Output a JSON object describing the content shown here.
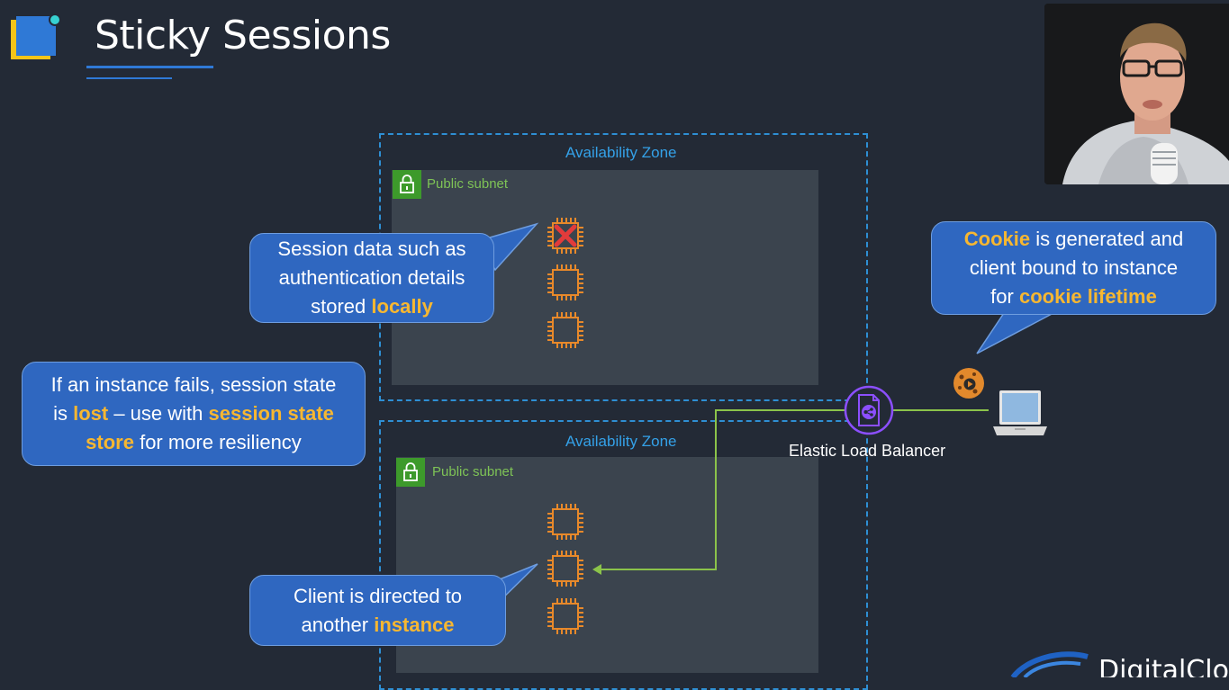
{
  "slide": {
    "title": "Sticky Sessions"
  },
  "zones": [
    {
      "label": "Availability Zone",
      "subnet_label": "Public subnet"
    },
    {
      "label": "Availability Zone",
      "subnet_label": "Public subnet"
    }
  ],
  "elb": {
    "label": "Elastic Load Balancer"
  },
  "callouts": {
    "session_data": {
      "line1": "Session data such as",
      "line2": "authentication details",
      "line3_pre": "stored ",
      "line3_hl": "locally"
    },
    "cookie": {
      "line1_hl": "Cookie",
      "line1_post": " is generated and",
      "line2": "client bound to instance",
      "line3_pre": "for ",
      "line3_hl": "cookie lifetime"
    },
    "failure": {
      "line1": "If an instance fails, session state",
      "line2_pre": "is ",
      "line2_hl1": "lost",
      "line2_mid": " – use with ",
      "line2_hl2": "session state",
      "line3_hl": "store",
      "line3_post": " for more resiliency"
    },
    "redirect": {
      "line1": "Client is directed to",
      "line2_pre": "another ",
      "line2_hl": "instance"
    }
  },
  "branding": {
    "text": "DigitalClo"
  },
  "colors": {
    "background": "#232a36",
    "accent_blue": "#2f67c0",
    "highlight": "#f7b731",
    "ec2_orange": "#e8892a",
    "subnet_green": "#3d9a2b",
    "connector_green": "#8bc34a",
    "elb_purple": "#8c4fff"
  },
  "icons": [
    "logo-icon",
    "lock-icon",
    "ec2-instance-icon",
    "failed-x-icon",
    "elb-icon",
    "cookie-icon",
    "laptop-icon",
    "presenter-webcam"
  ]
}
